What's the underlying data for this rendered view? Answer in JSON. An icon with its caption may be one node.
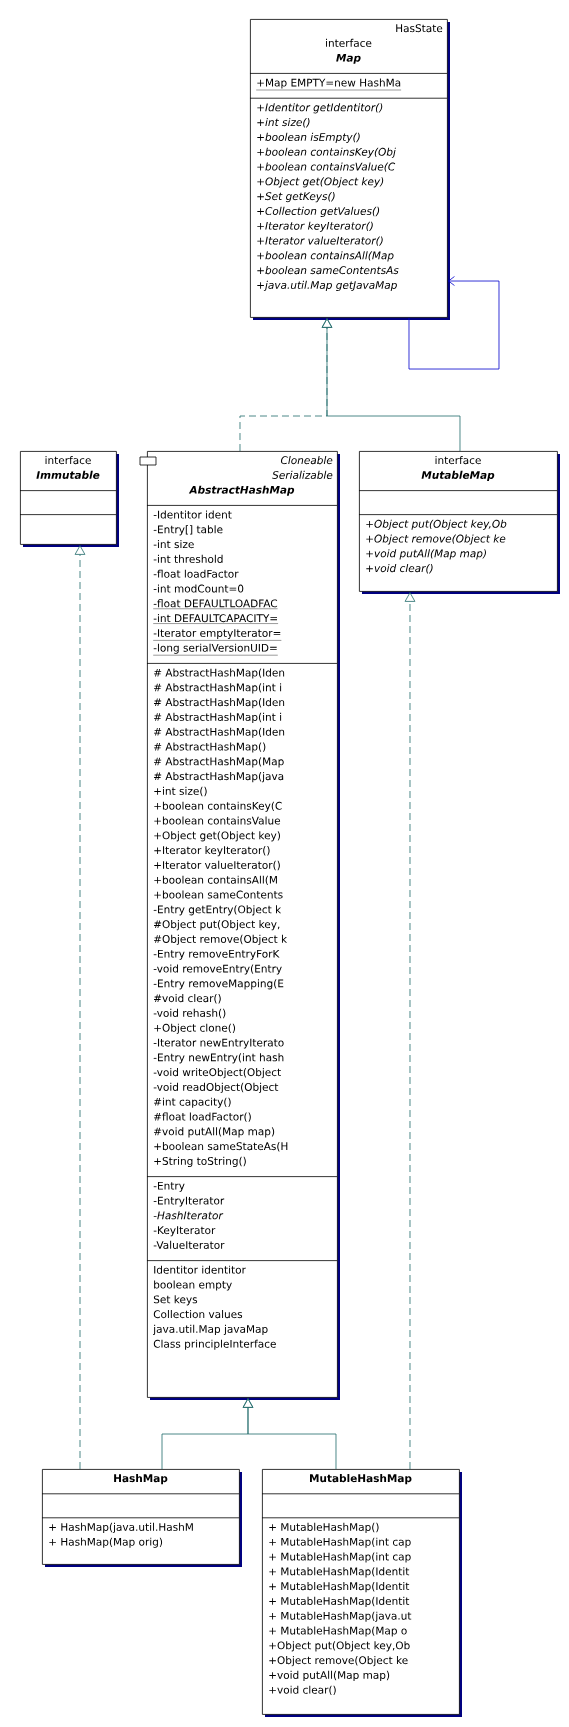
{
  "diagram": {
    "nodes": [
      {
        "text": [
          "HasState",
          "interface",
          "Map",
          "+Map EMPTY=new HashMa",
          "+Identitor getIdentitor()",
          "+int size()",
          "+boolean isEmpty()",
          "+boolean containsKey(Obj",
          "+boolean containsValue(C",
          "+Object get(Object key)",
          "+Set getKeys()",
          "+Collection getValues()",
          "+Iterator keyIterator()",
          "+Iterator valueIterator()",
          "+boolean containsAll(Map",
          "+boolean sameContentsAs",
          "+java.util.Map getJavaMap"
        ]
      },
      {
        "text": [
          "interface",
          "Immutable"
        ]
      },
      {
        "text": [
          "Cloneable",
          "Serializable",
          "AbstractHashMap",
          "-Identitor ident",
          "-Entry[] table",
          "-int size",
          "-int threshold",
          "-float loadFactor",
          "-int modCount=0",
          "-float DEFAULTLOADFAC",
          "-int DEFAULTCAPACITY=",
          "-Iterator emptyIterator=",
          "-long serialVersionUID=",
          "# AbstractHashMap(Iden",
          "# AbstractHashMap(int i",
          "# AbstractHashMap(Iden",
          "# AbstractHashMap(int i",
          "# AbstractHashMap(Iden",
          "# AbstractHashMap()",
          "# AbstractHashMap(Map",
          "# AbstractHashMap(java",
          "+int size()",
          "+boolean containsKey(C",
          "+boolean containsValue",
          "+Object get(Object key)",
          "+Iterator keyIterator()",
          "+Iterator valueIterator()",
          "+boolean containsAll(M",
          "+boolean sameContents",
          "-Entry getEntry(Object k",
          "#Object put(Object key,",
          "#Object remove(Object k",
          "-Entry removeEntryForK",
          "-void removeEntry(Entry",
          "-Entry removeMapping(E",
          "#void clear()",
          "-void rehash()",
          "+Object clone()",
          "-Iterator newEntryIterato",
          "-Entry newEntry(int hash",
          "-void writeObject(Object",
          "-void readObject(Object",
          "#int capacity()",
          "#float loadFactor()",
          "#void putAll(Map map)",
          "+boolean sameStateAs(H",
          "+String toString()",
          "-Entry",
          "-EntryIterator",
          "-HashIterator",
          "-KeyIterator",
          "-ValueIterator",
          "Identitor identitor",
          "boolean empty",
          "Set keys",
          "Collection values",
          "java.util.Map javaMap",
          "Class principleInterface"
        ]
      },
      {
        "text": [
          "interface",
          "MutableMap",
          "+Object put(Object key,Ob",
          "+Object remove(Object ke",
          "+void putAll(Map map)",
          "+void clear()"
        ]
      },
      {
        "text": [
          "HashMap",
          "+ HashMap(java.util.HashM",
          "+ HashMap(Map orig)"
        ]
      },
      {
        "text": [
          "MutableHashMap",
          "+ MutableHashMap()",
          "+ MutableHashMap(int cap",
          "+ MutableHashMap(int cap",
          "+ MutableHashMap(Identit",
          "+ MutableHashMap(Identit",
          "+ MutableHashMap(Identit",
          "+ MutableHashMap(java.ut",
          "+ MutableHashMap(Map o",
          "+Object put(Object key,Ob",
          "+Object remove(Object ke",
          "+void putAll(Map map)",
          "+void clear()"
        ]
      }
    ],
    "edges": [
      {
        "from": 2,
        "to": 0,
        "arrow": "to",
        "style": "dashed"
      },
      {
        "from": 3,
        "to": 0,
        "arrow": "to"
      },
      {
        "from": 0,
        "to": 0,
        "arrow": "to",
        "color": "#0000cc"
      },
      {
        "from": 4,
        "to": 1,
        "arrow": "to",
        "style": "dashed"
      },
      {
        "from": 4,
        "to": 2,
        "arrow": "to"
      },
      {
        "from": 5,
        "to": 2,
        "arrow": "to"
      },
      {
        "from": 5,
        "to": 3,
        "arrow": "to",
        "style": "dashed"
      }
    ]
  }
}
